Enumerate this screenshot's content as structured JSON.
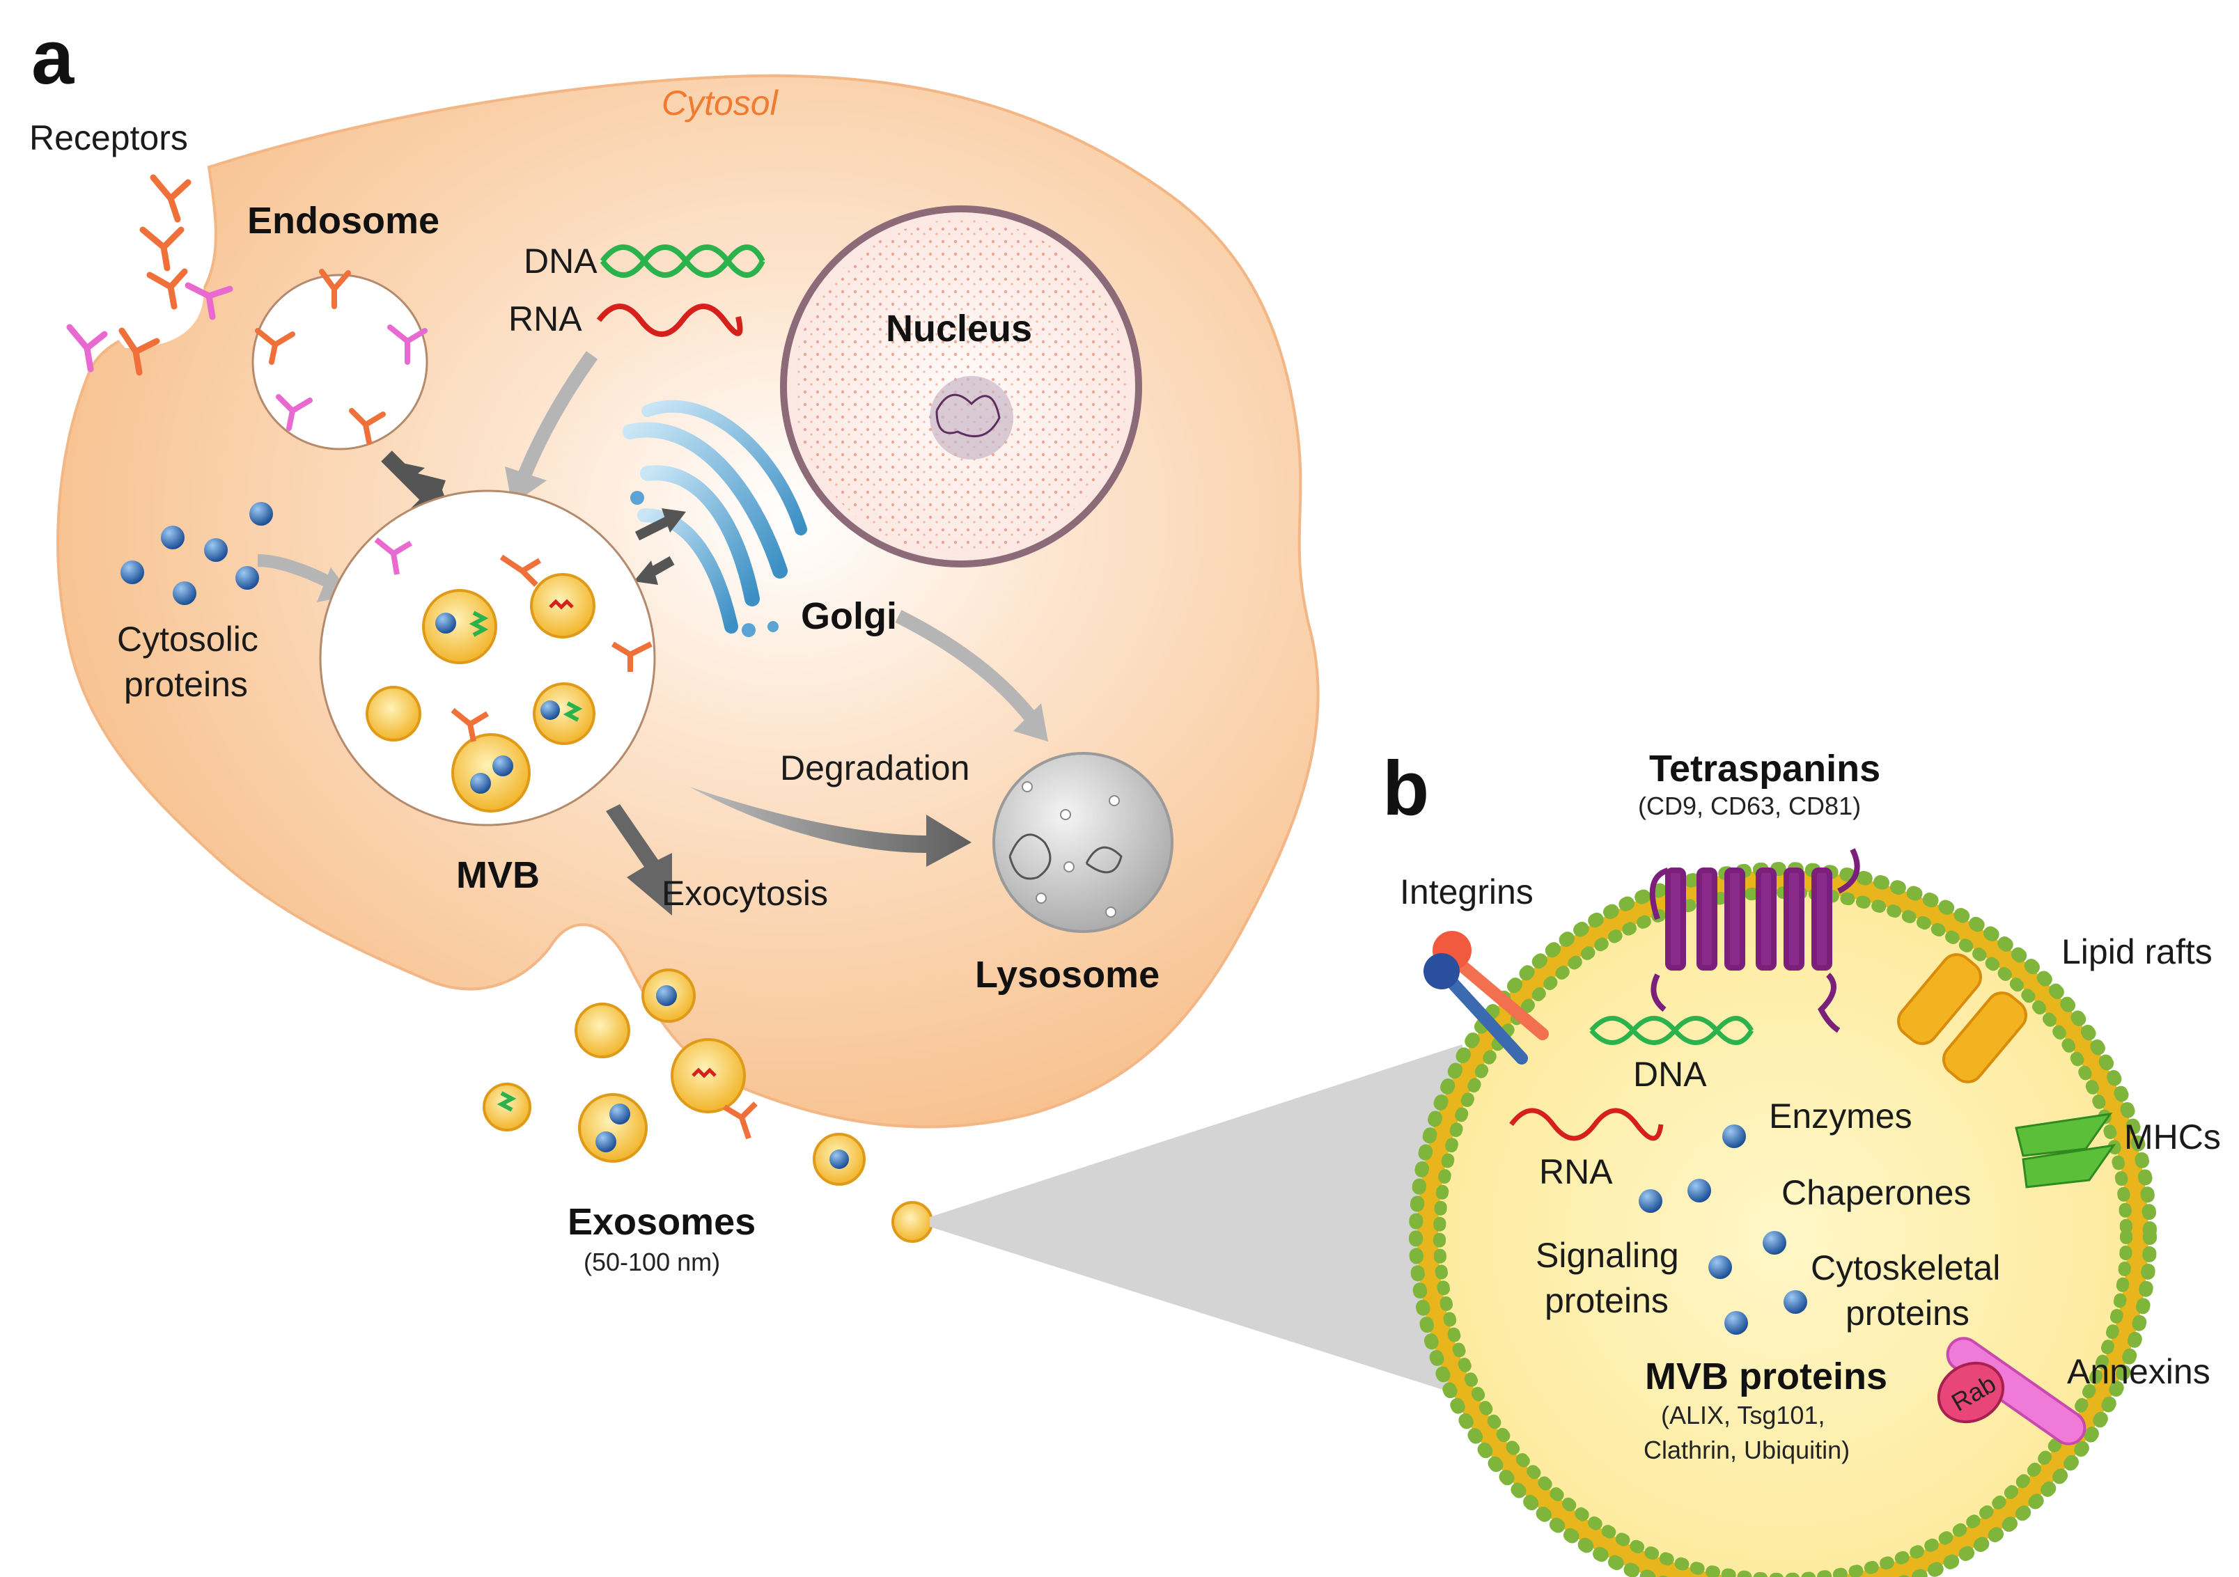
{
  "panels": {
    "a": "a",
    "b": "b"
  },
  "cell": {
    "cytosol": "Cytosol",
    "receptors": "Receptors",
    "endosome": "Endosome",
    "dna": "DNA",
    "rna": "RNA",
    "nucleus": "Nucleus",
    "cytosolic_proteins_line1": "Cytosolic",
    "cytosolic_proteins_line2": "proteins",
    "golgi": "Golgi",
    "degradation": "Degradation",
    "mvb": "MVB",
    "exocytosis": "Exocytosis",
    "lysosome": "Lysosome",
    "exosomes": "Exosomes",
    "exosome_size": "(50-100 nm)"
  },
  "exosome_detail": {
    "tetraspanins": "Tetraspanins",
    "tetraspanins_examples": "(CD9, CD63, CD81)",
    "integrins": "Integrins",
    "lipid_rafts": "Lipid rafts",
    "dna": "DNA",
    "rna": "RNA",
    "enzymes": "Enzymes",
    "mhcs": "MHCs",
    "chaperones": "Chaperones",
    "signaling_line1": "Signaling",
    "signaling_line2": "proteins",
    "cytoskeletal_line1": "Cytoskeletal",
    "cytoskeletal_line2": "proteins",
    "mvb_proteins": "MVB proteins",
    "mvb_proteins_line1": "(ALIX, Tsg101,",
    "mvb_proteins_line2": "Clathrin, Ubiquitin)",
    "rab": "Rab",
    "annexins": "Annexins"
  },
  "colors": {
    "cytoplasm": "#f9c89a",
    "receptor": "#f0703a",
    "receptor_alt": "#e86ad0",
    "dna": "#2bb24c",
    "rna": "#d6201c",
    "protein": "#2a64b0",
    "vesicle": "#f5c542",
    "tetraspanin": "#7a1f7a",
    "lipid_raft": "#f3b21f",
    "mhc": "#5bbf3a",
    "annexin": "#f07ad8"
  }
}
